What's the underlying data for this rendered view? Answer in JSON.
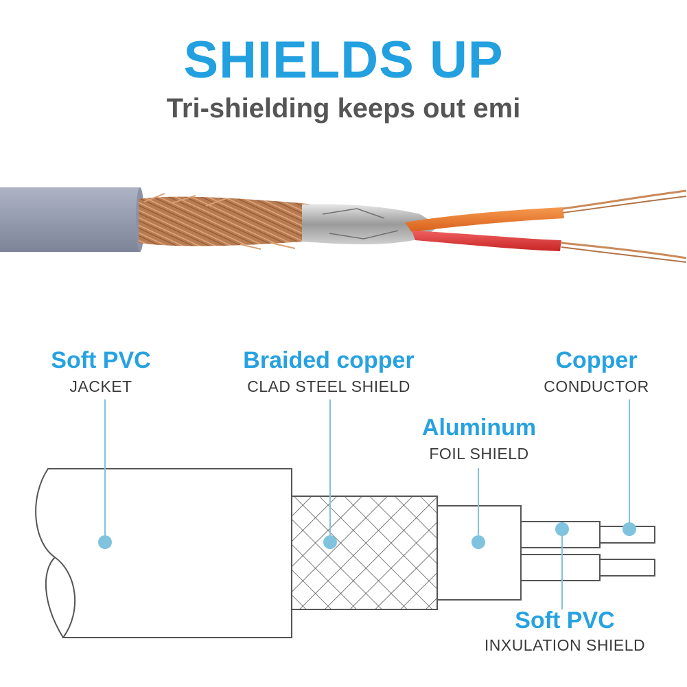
{
  "header": {
    "title": "SHIELDS UP",
    "subtitle": "Tri-shielding keeps out emi"
  },
  "layers": [
    {
      "name": "Soft PVC",
      "detail": "JACKET"
    },
    {
      "name": "Braided copper",
      "detail": "CLAD STEEL SHIELD"
    },
    {
      "name": "Aluminum",
      "detail": "FOIL SHIELD"
    },
    {
      "name": "Copper",
      "detail": "CONDUCTOR"
    },
    {
      "name": "Soft PVC",
      "detail": "INXULATION SHIELD"
    }
  ],
  "colors": {
    "accent": "#22a0e0",
    "leader": "#7fc3de",
    "jacket": "#9aa1b4",
    "copper": "#c98a5a",
    "insulation_orange": "#f07a2a",
    "insulation_red": "#e03a3a"
  }
}
